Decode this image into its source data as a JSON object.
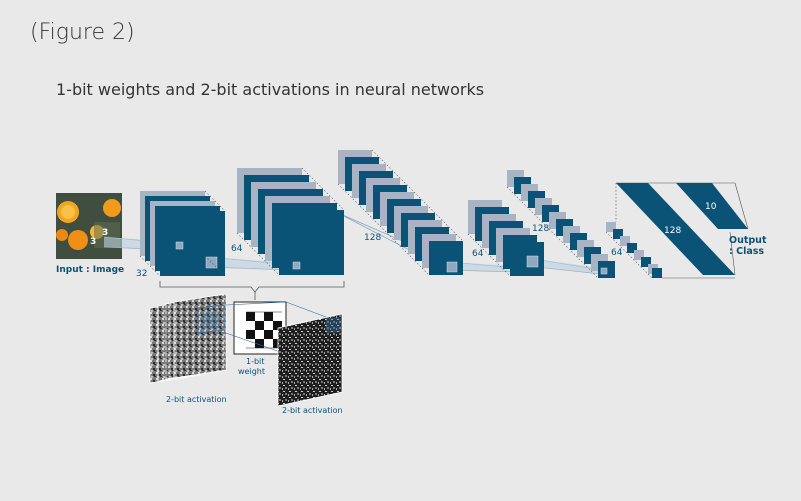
{
  "figure_label": "(Figure 2)",
  "title": "1-bit weights and 2-bit activations in neural networks",
  "input": {
    "label": "Input : Image",
    "kernel_a": "3",
    "kernel_b": "3"
  },
  "layers": {
    "l1": "32",
    "l2": "64",
    "l3": "128",
    "l4": "64",
    "l5": "128",
    "l6": "64",
    "fc": "128",
    "out": "10"
  },
  "output": {
    "line1": "Output",
    "line2": ": Class"
  },
  "detail": {
    "activation_left": "2-bit activation",
    "weight_line1": "1-bit",
    "weight_line2": "weight",
    "activation_right": "2-bit activation"
  },
  "colors": {
    "primary": "#0b5277",
    "secondary": "#a8b4c4",
    "accent": "#f29a1c"
  }
}
